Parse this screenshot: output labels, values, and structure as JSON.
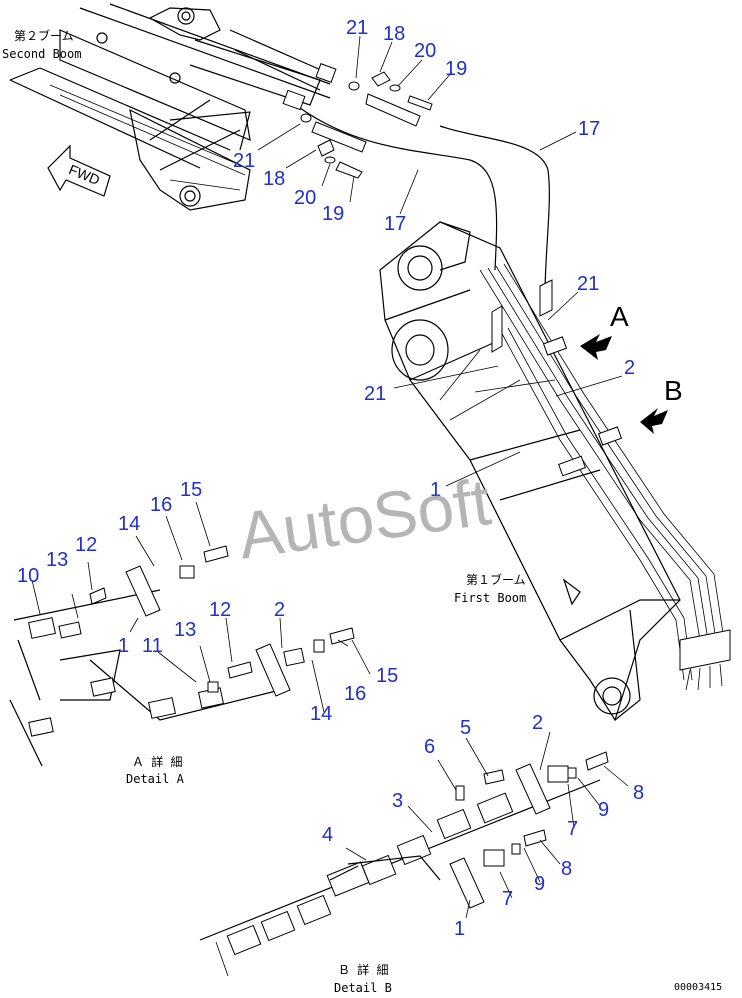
{
  "watermark": "AutoSoft",
  "drawing_code": "00003415",
  "fwd_label": "FWD",
  "captions": {
    "second_boom_jp": "第２ブーム",
    "second_boom_en": "Second Boom",
    "first_boom_jp": "第１ブーム",
    "first_boom_en": "First Boom",
    "detail_a_jp": "Ａ 詳 細",
    "detail_a_en": "Detail A",
    "detail_b_jp": "Ｂ 詳 細",
    "detail_b_en": "Detail B"
  },
  "view_letters": {
    "a": "A",
    "b": "B"
  },
  "callout_color": "#1f2fd0",
  "callouts": {
    "n21_top": "21",
    "n18_top": "18",
    "n20_top": "20",
    "n19_top": "19",
    "n17_top": "17",
    "n21_mid": "21",
    "n18_mid": "18",
    "n20_mid": "20",
    "n19_mid": "19",
    "n17_mid": "17",
    "n21_a": "21",
    "n2_main": "2",
    "n21_low": "21",
    "n1_main": "1",
    "n15_a": "15",
    "n16_a": "16",
    "n14_a": "14",
    "n12_a": "12",
    "n13_a": "13",
    "n10_a": "10",
    "n1_a": "1",
    "n11_a": "11",
    "n13_a2": "13",
    "n12_a2": "12",
    "n2_a": "2",
    "n16_a2": "16",
    "n15_a2": "15",
    "n14_a2": "14",
    "n5_b": "5",
    "n6_b": "6",
    "n2_b": "2",
    "n3_b": "3",
    "n8_b": "8",
    "n9_b": "9",
    "n7_b": "7",
    "n4_b": "4",
    "n8_b2": "8",
    "n9_b2": "9",
    "n7_b2": "7",
    "n1_b": "1"
  }
}
